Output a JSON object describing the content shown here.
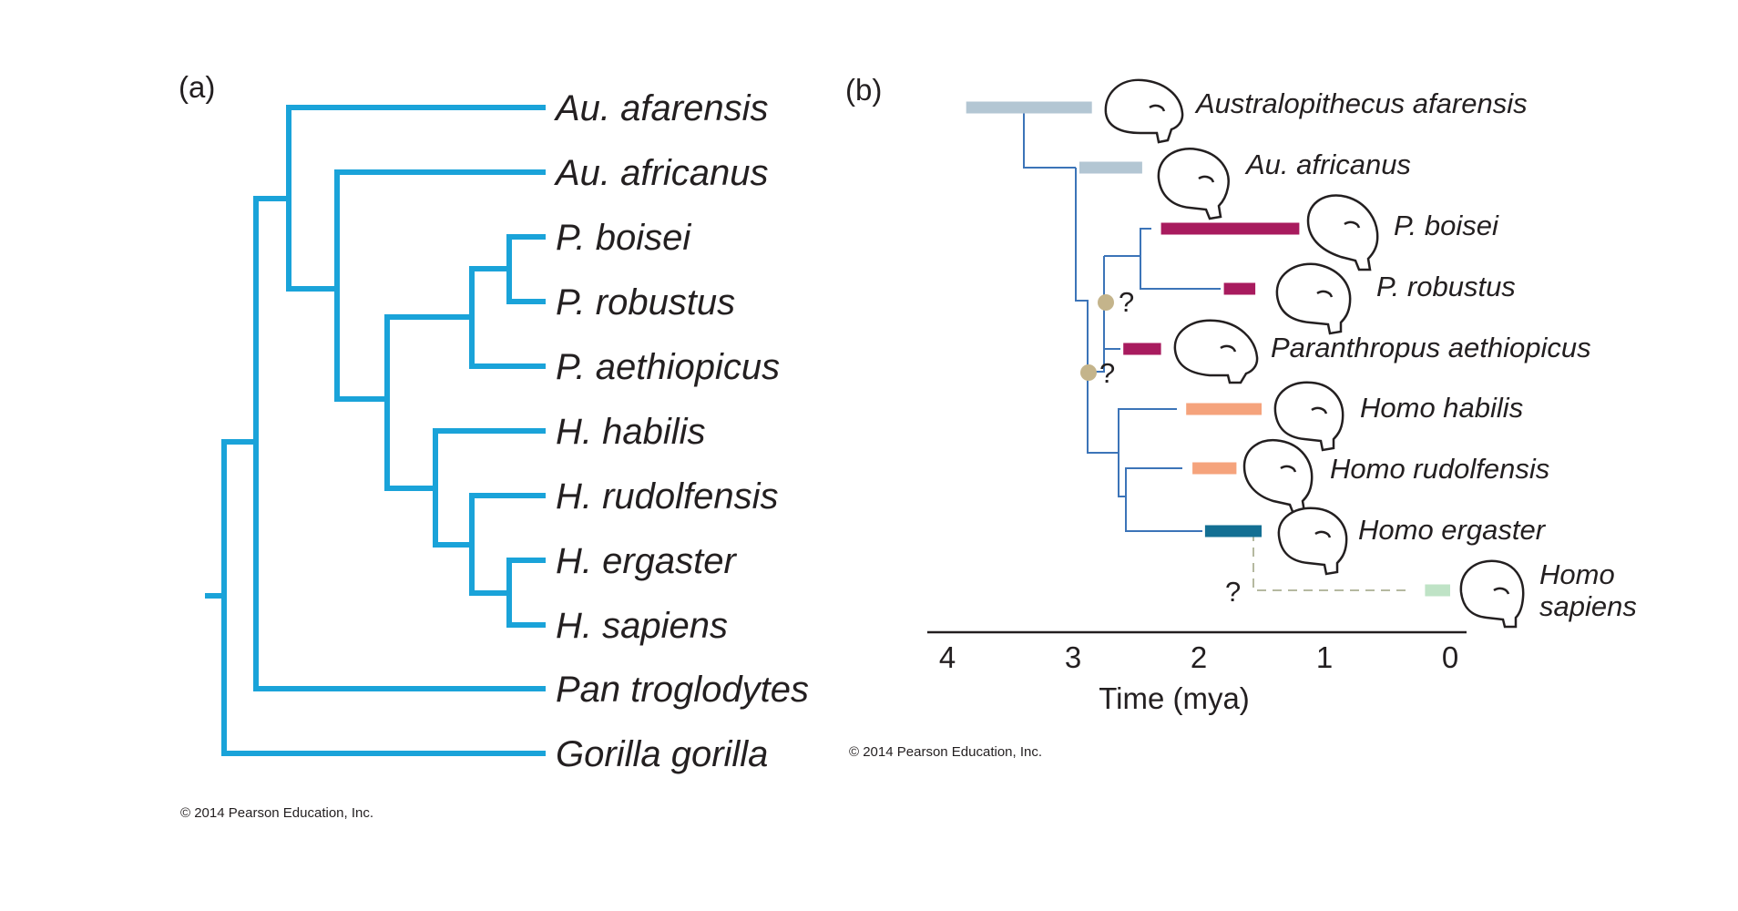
{
  "panel_a": {
    "label": "(a)",
    "taxa": [
      "Au. afarensis",
      "Au. africanus",
      "P. boisei",
      "P. robustus",
      "P. aethiopicus",
      "H. habilis",
      "H. rudolfensis",
      "H. ergaster",
      "H. sapiens",
      "Pan troglodytes",
      "Gorilla gorilla"
    ],
    "copyright": "© 2014 Pearson Education, Inc.",
    "branch_color": "#1aa3d9"
  },
  "panel_b": {
    "label": "(b)",
    "taxa": [
      "Australopithecus afarensis",
      "Au. africanus",
      "P. boisei",
      "P. robustus",
      "Paranthropus aethiopicus",
      "Homo habilis",
      "Homo rudolfensis",
      "Homo ergaster",
      "Homo",
      "sapiens"
    ],
    "question_mark": "?",
    "axis": {
      "title": "Time (mya)",
      "ticks": [
        "4",
        "3",
        "2",
        "1",
        "0"
      ],
      "range_mya": [
        4,
        0
      ]
    },
    "ranges": [
      {
        "taxon": "Australopithecus afarensis",
        "start_mya": 3.85,
        "end_mya": 2.85,
        "group": "australopithecus"
      },
      {
        "taxon": "Au. africanus",
        "start_mya": 2.95,
        "end_mya": 2.45,
        "group": "australopithecus"
      },
      {
        "taxon": "P. boisei",
        "start_mya": 2.3,
        "end_mya": 1.2,
        "group": "paranthropus"
      },
      {
        "taxon": "P. robustus",
        "start_mya": 1.8,
        "end_mya": 1.55,
        "group": "paranthropus"
      },
      {
        "taxon": "Paranthropus aethiopicus",
        "start_mya": 2.6,
        "end_mya": 2.3,
        "group": "paranthropus"
      },
      {
        "taxon": "Homo habilis",
        "start_mya": 2.1,
        "end_mya": 1.5,
        "group": "early_homo"
      },
      {
        "taxon": "Homo rudolfensis",
        "start_mya": 2.05,
        "end_mya": 1.7,
        "group": "early_homo"
      },
      {
        "taxon": "Homo ergaster",
        "start_mya": 1.95,
        "end_mya": 1.5,
        "group": "ergaster"
      },
      {
        "taxon": "Homo sapiens",
        "start_mya": 0.2,
        "end_mya": 0.0,
        "group": "sapiens"
      }
    ],
    "colors": {
      "australopithecus": "#b3c6d3",
      "paranthropus": "#a81b5e",
      "early_homo": "#f5a37c",
      "ergaster": "#136f93",
      "sapiens": "#bfe3c6",
      "line": "#3c74b8",
      "dashed": "#b5b9a0",
      "node": "#c4b48b"
    },
    "copyright": "© 2014 Pearson Education, Inc."
  }
}
